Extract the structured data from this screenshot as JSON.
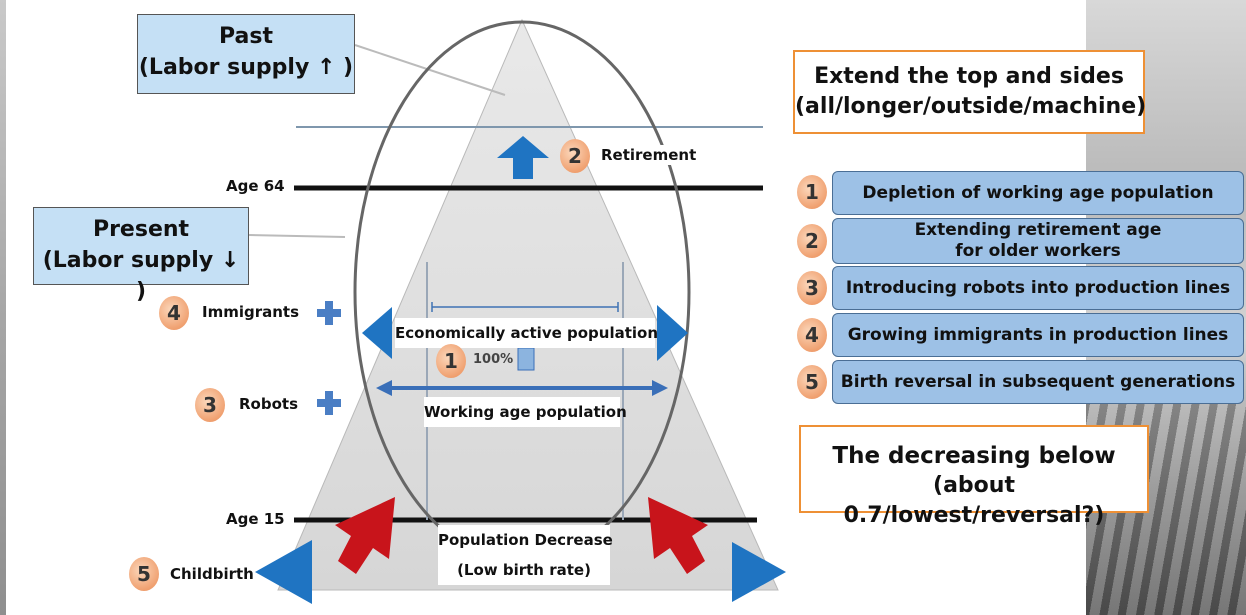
{
  "left_labels": {
    "past": [
      "Past",
      "(Labor supply ↑ )"
    ],
    "present": [
      "Present",
      "(Labor supply ↓ )"
    ],
    "age64": "Age 64",
    "age15": "Age 15",
    "immigrants": "Immigrants",
    "robots": "Robots",
    "childbirth": "Childbirth"
  },
  "pyramid_labels": {
    "retirement": "Retirement",
    "economically_active": "Economically active population",
    "percent": "100%",
    "working_age": "Working age population",
    "population_decrease": [
      "Population Decrease",
      "(Low birth rate)"
    ]
  },
  "right_panel": {
    "extend_box": [
      "Extend the top and sides",
      "(all/longer/outside/machine)"
    ],
    "items": [
      {
        "num": "1",
        "label": "Depletion of working age population"
      },
      {
        "num": "2",
        "label": "Extending retirement age",
        "label2": "for older workers"
      },
      {
        "num": "3",
        "label": "Introducing robots into production lines"
      },
      {
        "num": "4",
        "label": "Growing immigrants in production lines"
      },
      {
        "num": "5",
        "label": "Birth reversal in subsequent generations"
      }
    ],
    "decreasing_box": [
      "The decreasing below",
      "(about 0.7/lowest/reversal?)"
    ]
  },
  "colors": {
    "blue_arrow": "#1f74c2",
    "red_arrow": "#c8141b",
    "badge_orange": "#f0a171",
    "box_blue": "#c5e0f5",
    "item_blue": "#9dc1e6",
    "orange_border": "#ee9035"
  },
  "icons": [
    "plus-icon",
    "arrow-up-icon",
    "arrow-left-icon",
    "arrow-right-icon",
    "double-arrow-icon"
  ]
}
